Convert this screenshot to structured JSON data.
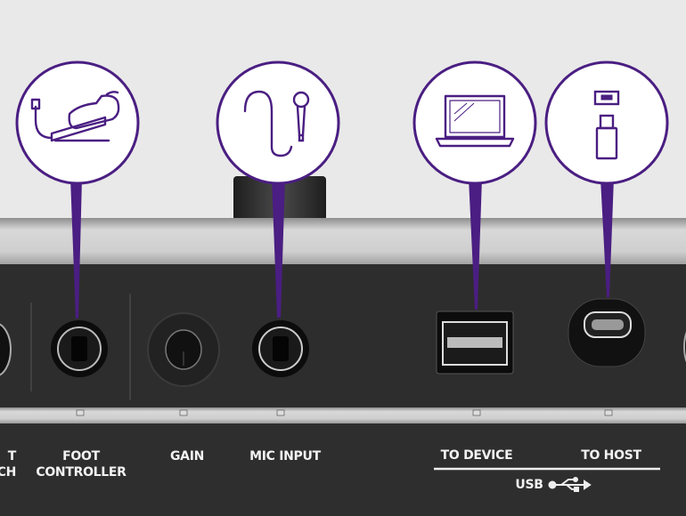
{
  "labels": {
    "switch_partial_line1": "T",
    "switch_partial_line2": "CH",
    "foot_controller_line1": "FOOT",
    "foot_controller_line2": "CONTROLLER",
    "gain": "GAIN",
    "mic_input": "MIC INPUT",
    "to_device": "TO DEVICE",
    "to_host": "TO HOST",
    "usb": "USB"
  },
  "callouts": [
    {
      "name": "foot-pedal-icon"
    },
    {
      "name": "microphone-icon"
    },
    {
      "name": "laptop-icon"
    },
    {
      "name": "usb-stick-icon"
    }
  ],
  "colors": {
    "accent": "#4a1e82",
    "background": "#e9e9e9",
    "panel": "#2e2d2d",
    "silver": "#c9c9c9",
    "label": "#f2f2f2"
  }
}
